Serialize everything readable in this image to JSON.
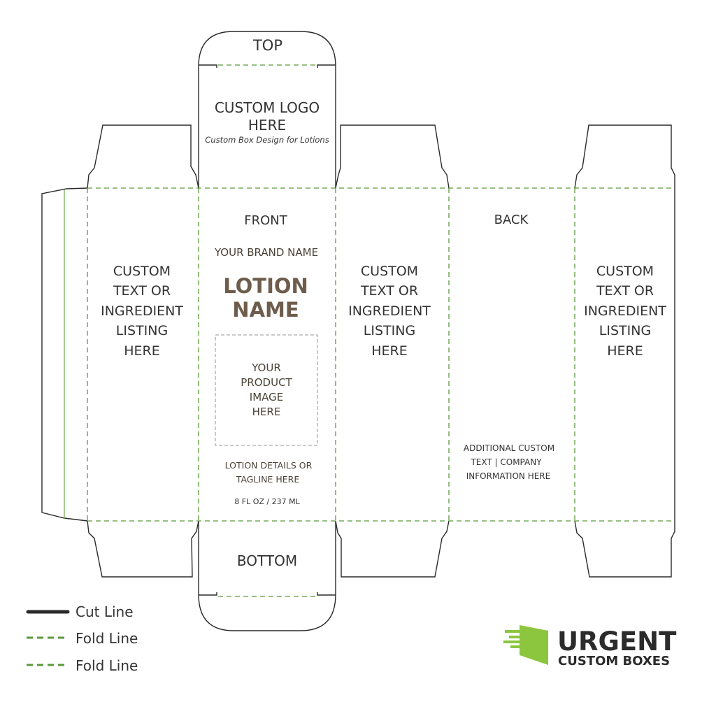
{
  "top_panel": {
    "title": "TOP",
    "logo_line1": "CUSTOM LOGO",
    "logo_line2": "HERE",
    "subtitle": "Custom Box Design for Lotions"
  },
  "front_panel": {
    "title": "FRONT",
    "brand": "YOUR BRAND NAME",
    "product_line1": "LOTION",
    "product_line2": "NAME",
    "image_placeholder": [
      "YOUR",
      "PRODUCT",
      "IMAGE",
      "HERE"
    ],
    "details_line1": "LOTION DETAILS OR",
    "details_line2": "TAGLINE HERE",
    "volume": "8 FL OZ / 237 ML"
  },
  "side_panel_text": [
    "CUSTOM",
    "TEXT OR",
    "INGREDIENT",
    "LISTING",
    "HERE"
  ],
  "back_panel": {
    "title": "BACK",
    "info": [
      "ADDITIONAL CUSTOM",
      "TEXT | COMPANY",
      "INFORMATION HERE"
    ]
  },
  "bottom_panel": {
    "title": "BOTTOM"
  },
  "legend": [
    {
      "label": "Cut Line",
      "style": "solid",
      "color": "#2a2a2a"
    },
    {
      "label": "Fold Line",
      "style": "dashed",
      "color": "#5a9a3a"
    },
    {
      "label": "Fold Line",
      "style": "dashed",
      "color": "#5a9a3a"
    }
  ],
  "logo": {
    "line1": "URGENT",
    "line2": "CUSTOM BOXES",
    "accent": "#8cc63f"
  },
  "colors": {
    "product_name": "#6e5d4c",
    "fold": "#5a9a3a",
    "cut": "#2a2a2a"
  }
}
